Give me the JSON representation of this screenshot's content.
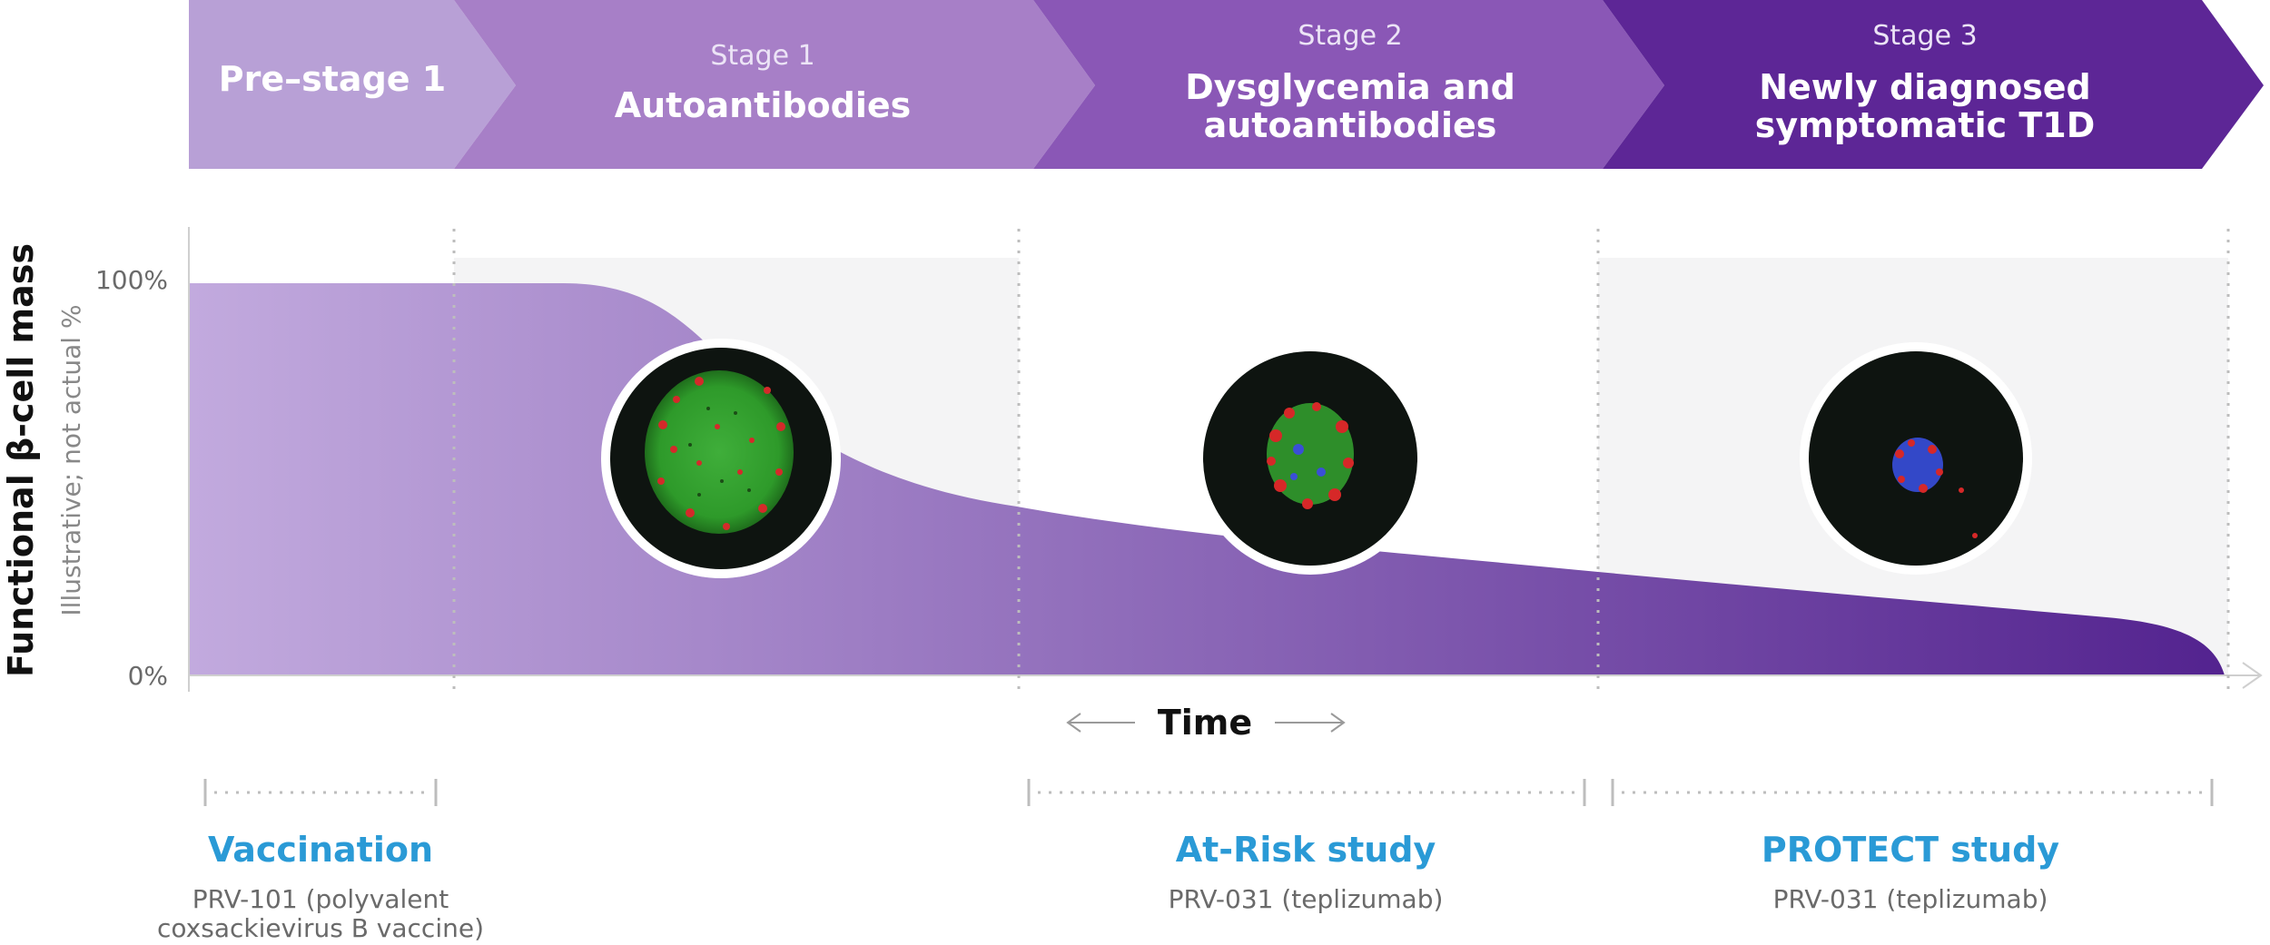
{
  "stages": [
    {
      "label": "",
      "title_lines": [
        "Pre–stage 1"
      ]
    },
    {
      "label": "Stage 1",
      "title_lines": [
        "Autoantibodies"
      ]
    },
    {
      "label": "Stage 2",
      "title_lines": [
        "Dysglycemia and",
        "autoantibodies"
      ]
    },
    {
      "label": "Stage 3",
      "title_lines": [
        "Newly diagnosed",
        "symptomatic T1D"
      ]
    }
  ],
  "axis": {
    "y_title": "Functional β-cell mass",
    "y_subtitle": "Illustrative; not actual %",
    "y_top_tick": "100%",
    "y_bottom_tick": "0%",
    "x_title": "Time"
  },
  "programs": [
    {
      "name": "Vaccination",
      "desc_lines": [
        "PRV-101 (polyvalent",
        "coxsackievirus B vaccine)"
      ]
    },
    {
      "name": "At-Risk study",
      "desc_lines": [
        "PRV-031 (teplizumab)"
      ]
    },
    {
      "name": "PROTECT study",
      "desc_lines": [
        "PRV-031 (teplizumab)"
      ]
    }
  ],
  "colors": {
    "stage_fills": [
      "#b8a0d6",
      "#a77fc7",
      "#8a57b6",
      "#5d2696"
    ],
    "curve_start": "#c2aade",
    "curve_end": "#53238f",
    "program_accent": "#2a9ad6"
  },
  "islet_icons": [
    "islet-micrograph-early",
    "islet-micrograph-mid",
    "islet-micrograph-late"
  ]
}
